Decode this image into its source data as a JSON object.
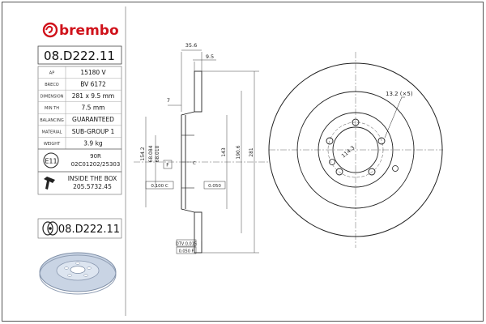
{
  "brand": {
    "name": "brembo",
    "color": "#d0121b"
  },
  "part_number": "08.D222.11",
  "specs": [
    {
      "label": "AP",
      "value": "15180 V"
    },
    {
      "label": "BRECO",
      "value": "BV 6172"
    },
    {
      "label": "DIMENSION",
      "value": "281 x 9.5 mm"
    },
    {
      "label": "MIN TH",
      "value": "7.5 mm"
    },
    {
      "label": "BALANCING",
      "value": "GUARANTEED"
    },
    {
      "label": "MATERIAL",
      "value": "SUB-GROUP 1"
    },
    {
      "label": "WEIGHT",
      "value": "3.9 kg"
    }
  ],
  "approval": {
    "mark": "E11",
    "line1": "90R",
    "line2": "02C01202/25303"
  },
  "inside_box": {
    "line1": "INSIDE THE BOX",
    "line2": "205.5732.45"
  },
  "footer_part_number": "08.D222.11",
  "icons": {
    "approval": "e11-icon",
    "wrench": "wrench-icon",
    "box": "disc-pair-icon"
  },
  "drawing": {
    "dims": {
      "total_width": "35.6",
      "thickness": "9.5",
      "hat_depth": "7",
      "hub_bore_1": "154.2",
      "hub_bore_2": "68.084",
      "hub_bore_3": "68.010",
      "dia_143": "143",
      "dia_190": "190.6",
      "dia_281": "281",
      "bolt_circle": "114.3",
      "holes": "13.2 (×5)",
      "tol_1": "0.100 C",
      "tol_2": "0.050",
      "dtv": "DTV 0.015",
      "flatness": "0.050 F",
      "datum_f": "F",
      "datum_c": "C"
    }
  }
}
